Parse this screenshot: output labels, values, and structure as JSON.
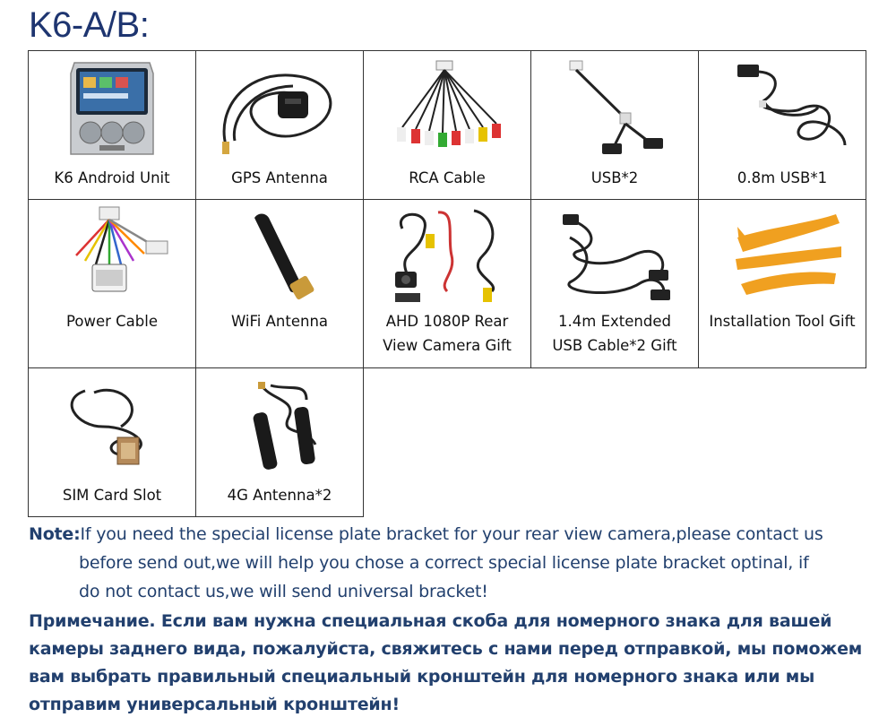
{
  "title": "K6-A/B:",
  "items": [
    {
      "label": "K6 Android Unit",
      "icon": "head-unit-icon"
    },
    {
      "label": "GPS Antenna",
      "icon": "gps-antenna-icon"
    },
    {
      "label": "RCA Cable",
      "icon": "rca-cable-icon"
    },
    {
      "label": "USB*2",
      "icon": "usb-cable-icon"
    },
    {
      "label": "0.8m USB*1",
      "icon": "usb-coiled-cable-icon"
    },
    {
      "label": "Power Cable",
      "icon": "power-harness-icon"
    },
    {
      "label": "WiFi Antenna",
      "icon": "wifi-antenna-icon"
    },
    {
      "label1": "AHD 1080P Rear",
      "label2": "View Camera Gift",
      "icon": "rear-camera-icon"
    },
    {
      "label1": "1.4m Extended",
      "label2": "USB Cable*2 Gift",
      "icon": "usb-extension-cable-icon"
    },
    {
      "label": "Installation Tool Gift",
      "icon": "pry-tools-icon"
    },
    {
      "label": "SIM Card Slot",
      "icon": "sim-slot-cable-icon"
    },
    {
      "label": "4G Antenna*2",
      "icon": "4g-antenna-icon"
    }
  ],
  "note": {
    "prefix": "Note:",
    "line1": "If you need the special license plate bracket for your rear view camera,please contact us",
    "line2": "before send out,we will help you chose a correct special license plate bracket optinal, if",
    "line3": "do not contact us,we will send universal bracket!"
  },
  "note_ru": {
    "line1": "Примечание. Если вам нужна специальная скоба для номерного знака для вашей",
    "line2": "камеры заднего вида, пожалуйста, свяжитесь с нами перед отправкой, мы поможем",
    "line3": "вам выбрать правильный специальный кронштейн для номерного знака или мы",
    "line4": "отправим универсальный кронштейн!"
  },
  "colors": {
    "title": "#1e3570",
    "note": "#22406e",
    "tool": "#f0a020"
  }
}
